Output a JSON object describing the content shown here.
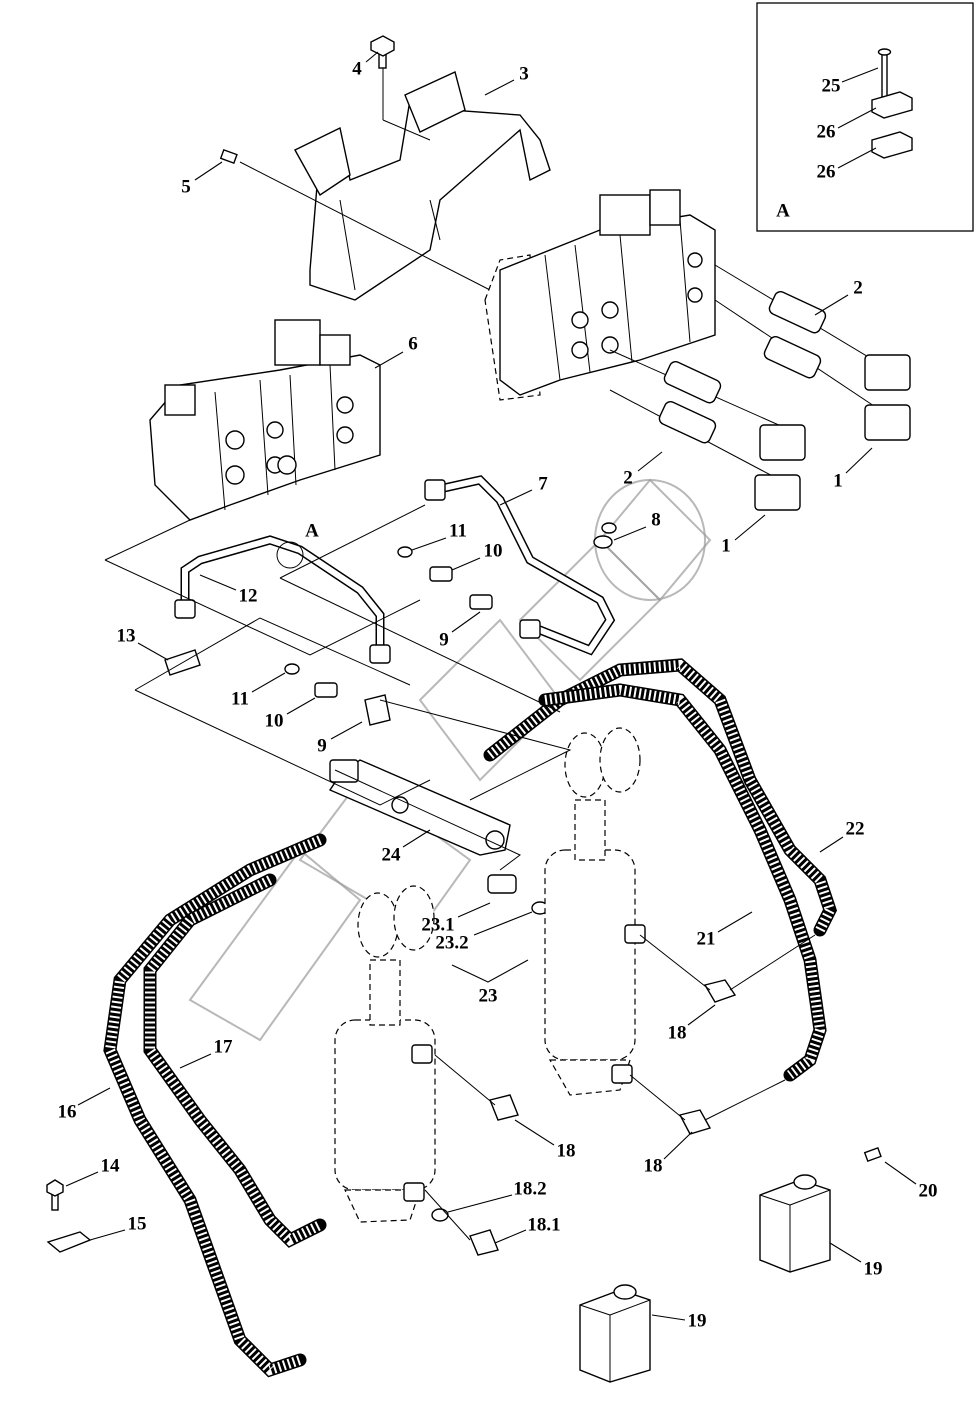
{
  "diagram": {
    "type": "exploded parts diagram",
    "callouts": {
      "c4": "4",
      "c3": "3",
      "c5": "5",
      "c25": "25",
      "c26a": "26",
      "c26b": "26",
      "inset_A": "A",
      "c2a": "2",
      "c6": "6",
      "c2b": "2",
      "c1a": "1",
      "c7": "7",
      "c8": "8",
      "c1b": "1",
      "view_A": "A",
      "c11a": "11",
      "c10a": "10",
      "c12": "12",
      "c9a": "9",
      "c13": "13",
      "c11b": "11",
      "c10b": "10",
      "c9b": "9",
      "c24": "24",
      "c22": "22",
      "c23_1": "23.1",
      "c23_2": "23.2",
      "c21": "21",
      "c23": "23",
      "c18a": "18",
      "c17": "17",
      "c16": "16",
      "c18b": "18",
      "c18c": "18",
      "c14": "14",
      "c20": "20",
      "c18_2": "18.2",
      "c15": "15",
      "c18_1": "18.1",
      "c19a": "19",
      "c19b": "19"
    },
    "watermark": "logo"
  }
}
